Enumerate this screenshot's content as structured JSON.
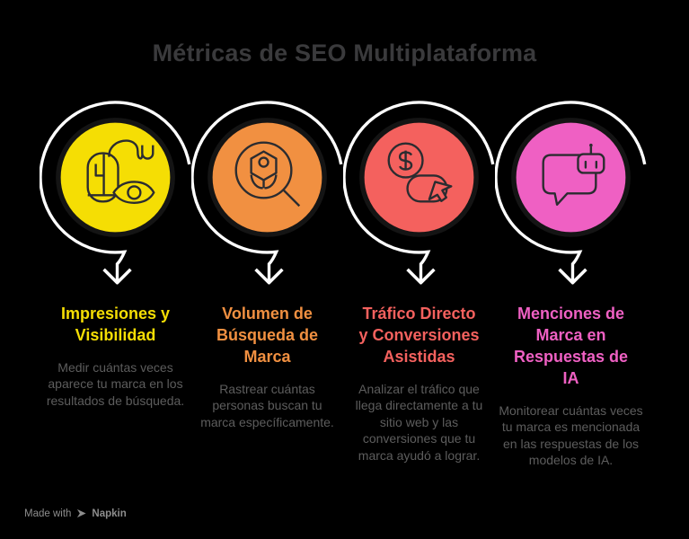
{
  "page": {
    "background": "#000000"
  },
  "title": {
    "text": "Métricas de SEO Multiplataforma"
  },
  "columns": [
    {
      "color": "#F5DE04",
      "icon": "mouse-eye-icon",
      "heading": "Impresiones y\nVisibilidad",
      "description": "Medir cuántas veces aparece tu marca en los resultados de búsqueda."
    },
    {
      "color": "#F19041",
      "icon": "brand-search-icon",
      "heading": "Volumen de\nBúsqueda de\nMarca",
      "description": "Rastrear cuántas personas buscan tu marca específicamente."
    },
    {
      "color": "#F4615E",
      "icon": "dollar-cursor-icon",
      "heading": "Tráfico Directo\ny Conversiones\nAsistidas",
      "description": "Analizar el tráfico que llega directamente a tu sitio web y las conversiones que tu marca ayudó a lograr."
    },
    {
      "color": "#EF60C3",
      "icon": "chat-bot-icon",
      "heading": "Menciones de\nMarca en\nRespuestas de\nIA",
      "description": "Monitorear cuántas veces tu marca es mencionada en las respuestas de los modelos de IA."
    }
  ],
  "footer": {
    "made_with": "Made with",
    "brand": "Napkin"
  }
}
